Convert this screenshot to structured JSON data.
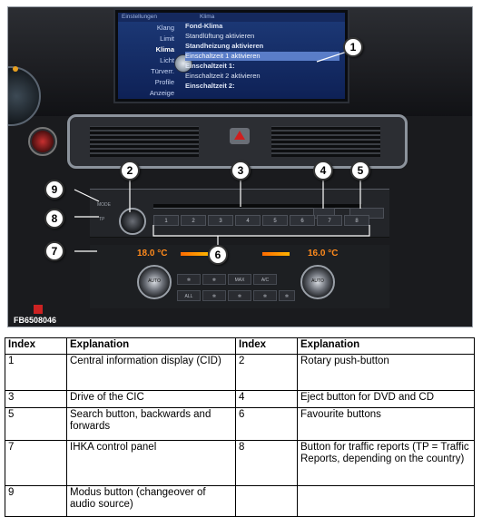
{
  "photo": {
    "figure_code": "FB6508046",
    "cid_header_left": "Einstellungen",
    "cid_header_mid": "Klima",
    "cid_menu_left": [
      "Klang",
      "Limit",
      "Klima",
      "Licht",
      "Türverr.",
      "Profile",
      "Anzeige"
    ],
    "cid_menu_right": [
      "Fond-Klima",
      "Standlüftung aktivieren",
      "Standheizung aktivieren",
      "Einschaltzeit 1 aktivieren",
      "Einschaltzeit 1:",
      "Einschaltzeit 2 aktivieren",
      "Einschaltzeit 2:"
    ],
    "mode_label": "MODE",
    "tp_label": "TP",
    "favourite_buttons": [
      "1",
      "2",
      "3",
      "4",
      "5",
      "6",
      "7",
      "8"
    ],
    "temp_left": "18.0 °C",
    "temp_right": "16.0 °C",
    "knob_label": "AUTO",
    "climate_buttons_top": [
      "✲",
      "❄",
      "MAX",
      "A/C"
    ],
    "climate_buttons_bottom": [
      "ALL",
      "✲",
      "✲",
      "✲",
      "✲"
    ],
    "callouts": [
      "1",
      "2",
      "3",
      "4",
      "5",
      "6",
      "7",
      "8",
      "9"
    ]
  },
  "table": {
    "headers": [
      "Index",
      "Explanation",
      "Index",
      "Explanation"
    ],
    "rows": [
      [
        "1",
        "Central information display (CID)",
        "2",
        "Rotary push-button"
      ],
      [
        "3",
        "Drive of the CIC",
        "4",
        "Eject button for DVD and CD"
      ],
      [
        "5",
        "Search button, backwards and forwards",
        "6",
        "Favourite buttons"
      ],
      [
        "7",
        "IHKA control panel",
        "8",
        "Button for traffic reports (TP = Traffic Reports, depending on the country)"
      ],
      [
        "9",
        "Modus button (changeover of audio source)",
        "",
        ""
      ]
    ]
  }
}
